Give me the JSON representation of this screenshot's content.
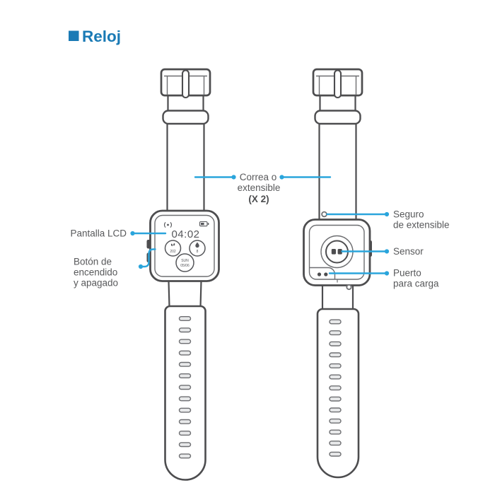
{
  "page": {
    "title": "Reloj",
    "accent_color": "#1a7ab5",
    "callout_color": "#2aa5dc",
    "outline_color": "#4d4d4f",
    "text_color": "#58595b"
  },
  "watch_face": {
    "time": "04:02",
    "status_icons": [
      "signal-icon",
      "battery-icon"
    ],
    "widgets": {
      "steps": {
        "icon": "footsteps-icon",
        "value": "202"
      },
      "activity": {
        "icon": "flame-icon",
        "value": "8"
      },
      "date": {
        "day": "SUN",
        "value": "05/06"
      }
    }
  },
  "callouts": {
    "pantalla_lcd": {
      "lines": [
        "Pantalla LCD"
      ]
    },
    "boton_encendido": {
      "lines": [
        "Botón de",
        "encendido",
        "y apagado"
      ]
    },
    "correa": {
      "lines": [
        "Correa o",
        "extensible",
        "(X 2)"
      ]
    },
    "seguro": {
      "lines": [
        "Seguro",
        "de extensible"
      ]
    },
    "sensor": {
      "lines": [
        "Sensor"
      ]
    },
    "puerto": {
      "lines": [
        "Puerto",
        "para carga"
      ]
    }
  }
}
